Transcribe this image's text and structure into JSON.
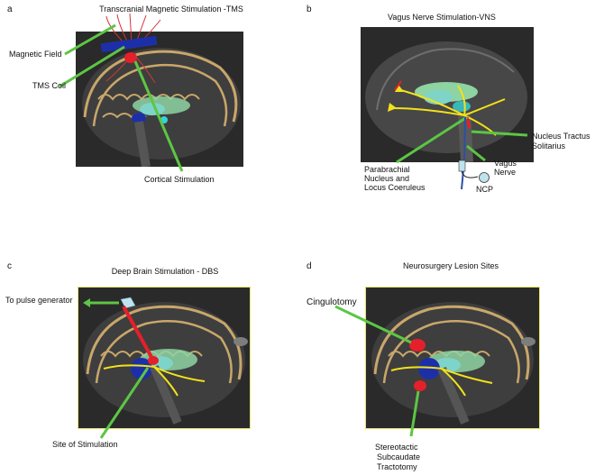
{
  "panels": {
    "a": {
      "letter": "a",
      "title": "Transcranial Magnetic Stimulation -TMS",
      "labels": {
        "field": "Magnetic Field",
        "coil": "TMS Coil",
        "stim": "Cortical Stimulation"
      }
    },
    "b": {
      "letter": "b",
      "title": "Vagus Nerve Stimulation-VNS",
      "labels": {
        "nts1": "Nucleus Tractus",
        "nts2": "Solitarius",
        "pb1": "Parabrachial",
        "pb2": "Nucleus and",
        "pb3": "Locus Coeruleus",
        "vagus1": "Vagus",
        "vagus2": "Nerve",
        "ncp": "NCP"
      }
    },
    "c": {
      "letter": "c",
      "title": "Deep Brain Stimulation - DBS",
      "labels": {
        "pulse": "To pulse generator",
        "site": "Site of Stimulation"
      }
    },
    "d": {
      "letter": "d",
      "title": "Neurosurgery Lesion Sites",
      "labels": {
        "cing": "Cingulotomy",
        "sst1": "Stereotactic",
        "sst2": "Subcaudate",
        "sst3": "Tractotomy"
      }
    }
  },
  "colors": {
    "pointer": "#5cc644",
    "gyri": "#c9a76a",
    "ventricle": "#7fd4c9",
    "deep_nuclei": "#1d2fa8",
    "stim": "#e4202a",
    "pathway": "#f2e21a",
    "panel_border": "#e8e46a"
  }
}
